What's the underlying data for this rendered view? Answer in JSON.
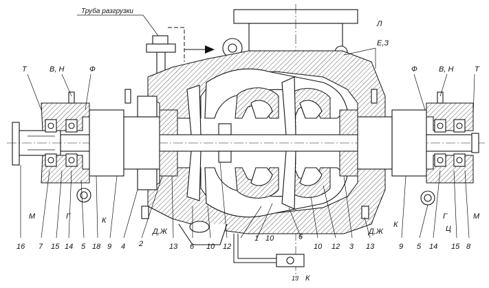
{
  "title": "Труба разгрузки",
  "labels_top": [
    "Т",
    "В, Н",
    "Ф",
    "Л",
    "Е,З",
    "Ф",
    "В, Н",
    "Т"
  ],
  "labels_bottom": [
    "16",
    "7",
    "15",
    "14",
    "5",
    "18",
    "9",
    "4",
    "2",
    "13",
    "6",
    "10",
    "12",
    "1",
    "10",
    "6",
    "10",
    "12",
    "3",
    "13",
    "9",
    "5",
    "14",
    "15",
    "8",
    "13"
  ],
  "labels_side": [
    "М",
    "Г",
    "К",
    "Д,Ж",
    "Д,Ж",
    "К",
    "Г",
    "Ц",
    "М",
    "К"
  ]
}
